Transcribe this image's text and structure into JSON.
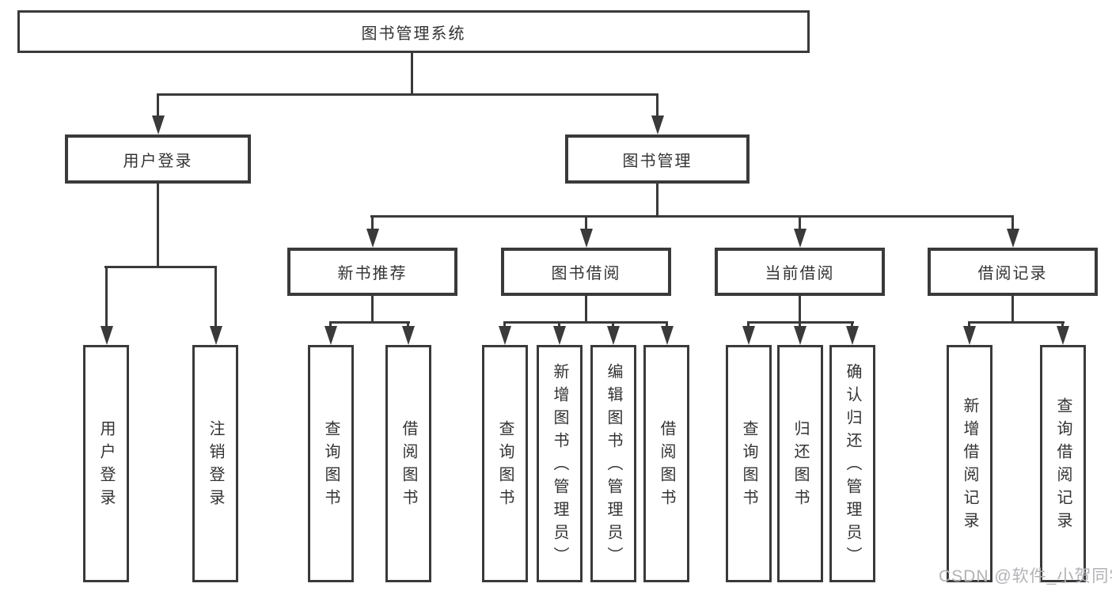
{
  "diagram": {
    "title_node": {
      "label": "图书管理系统"
    },
    "level2": [
      {
        "label": "用户登录"
      },
      {
        "label": "图书管理"
      }
    ],
    "level3": [
      {
        "label": "新书推荐"
      },
      {
        "label": "图书借阅"
      },
      {
        "label": "当前借阅"
      },
      {
        "label": "借阅记录"
      }
    ],
    "leaves": {
      "user_login": [
        "用户登录",
        "注销登录"
      ],
      "new_books": [
        "查询图书",
        "借阅图书"
      ],
      "book_borrow": [
        "查询图书",
        "新增图书（管理员）",
        "编辑图书（管理员）",
        "借阅图书"
      ],
      "current_borrow": [
        "查询图书",
        "归还图书",
        "确认归还（管理员）"
      ],
      "borrow_records": [
        "新增借阅记录",
        "查询借阅记录"
      ]
    },
    "watermark": "CSDN @软件_小贺同学",
    "colors": {
      "line": "#3a3a3a",
      "text": "#333333",
      "watermark": "#b4b1b6",
      "background": "#ffffff"
    }
  }
}
